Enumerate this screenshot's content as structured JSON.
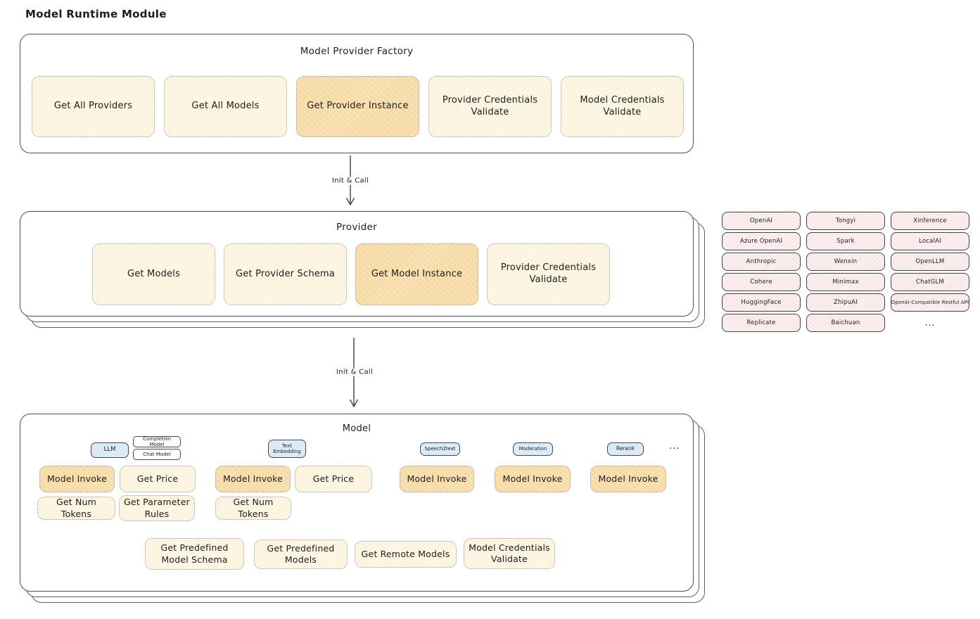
{
  "title": "Model Runtime Module",
  "colors": {
    "cream_fill": "#fdf8e8",
    "orange_fill": "#fae8c0",
    "pink_fill": "#fcf1f1",
    "blue_fill": "#e1effa",
    "stroke": "#4a4f55",
    "ink": "#1d1d1d"
  },
  "edges": [
    {
      "label": "Init & Call"
    },
    {
      "label": "Init & Call"
    }
  ],
  "factory": {
    "title": "Model Provider Factory",
    "items": [
      {
        "label": "Get All Providers",
        "highlight": false
      },
      {
        "label": "Get All Models",
        "highlight": false
      },
      {
        "label": "Get Provider Instance",
        "highlight": true
      },
      {
        "label": "Provider Credentials Validate",
        "highlight": false
      },
      {
        "label": "Model Credentials Validate",
        "highlight": false
      }
    ]
  },
  "provider": {
    "title": "Provider",
    "items": [
      {
        "label": "Get Models",
        "highlight": false
      },
      {
        "label": "Get Provider Schema",
        "highlight": false
      },
      {
        "label": "Get Model Instance",
        "highlight": true
      },
      {
        "label": "Provider Credentials Validate",
        "highlight": false
      }
    ]
  },
  "providers_grid": {
    "rows": [
      [
        "OpenAI",
        "Tongyi",
        "Xinference"
      ],
      [
        "Azure OpenAI",
        "Spark",
        "LocalAI"
      ],
      [
        "Anthropic",
        "Wenxin",
        "OpenLLM"
      ],
      [
        "Cohere",
        "Minimax",
        "ChatGLM"
      ],
      [
        "HuggingFace",
        "ZhipuAI",
        "OpenAI-Compatible Restful API"
      ],
      [
        "Replicate",
        "Baichuan",
        "..."
      ]
    ]
  },
  "model": {
    "title": "Model",
    "type_badges": {
      "llm": "LLM",
      "completion": "Completion Model",
      "chat": "Chat Model",
      "text_embedding": "Text Embedding",
      "speech2text": "Speech2text",
      "moderation": "Moderation",
      "rerank": "Rerank",
      "more": "..."
    },
    "ops": {
      "model_invoke": "Model Invoke",
      "get_price": "Get Price",
      "get_num_tokens": "Get Num Tokens",
      "get_parameter_rules": "Get Parameter Rules",
      "get_predefined_model_schema": "Get Predefined Model Schema",
      "get_predefined_models": "Get Predefined Models",
      "get_remote_models": "Get Remote Models",
      "model_credentials_validate": "Model Credentials Validate"
    }
  }
}
